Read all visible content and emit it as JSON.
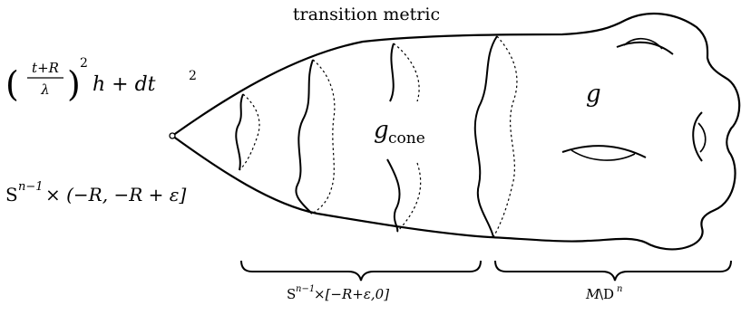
{
  "labels": {
    "transition_metric": "transition metric",
    "warped_metric": {
      "frac_num": "t+R",
      "frac_den": "λ",
      "exponent": "2",
      "rest_h": "h + dt",
      "rest_exp": "2"
    },
    "g_cone": {
      "base": "g",
      "sub": "cone"
    },
    "g": "g",
    "collar_region": {
      "S": "S",
      "sup": "n−1",
      "rest": " × (−R, −R + ε]"
    },
    "bottom_left": {
      "S": "S",
      "sup": "n−1",
      "rest": "×[−R+ε,0]"
    },
    "bottom_right": {
      "M": "M",
      "mid": "\\D",
      "sup": "n"
    }
  },
  "colors": {
    "ink": "#000000",
    "background": "#ffffff"
  }
}
